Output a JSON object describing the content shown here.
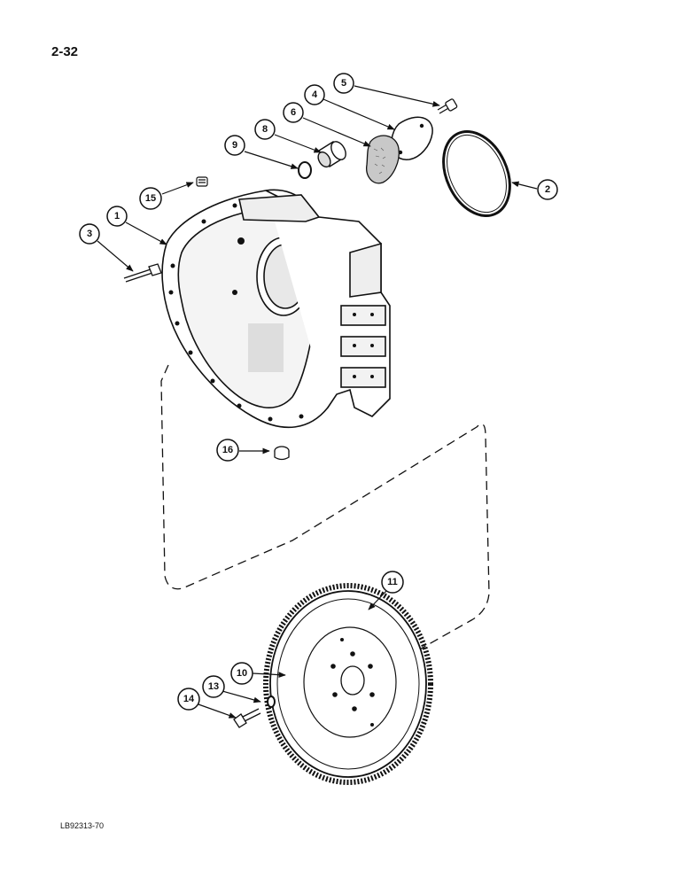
{
  "page_number": "2-32",
  "reference_code": "LB92313-70",
  "callouts": [
    {
      "id": "c1",
      "label": "1"
    },
    {
      "id": "c2",
      "label": "2"
    },
    {
      "id": "c3",
      "label": "3"
    },
    {
      "id": "c4",
      "label": "4"
    },
    {
      "id": "c5",
      "label": "5"
    },
    {
      "id": "c6",
      "label": "6"
    },
    {
      "id": "c8",
      "label": "8"
    },
    {
      "id": "c9",
      "label": "9"
    },
    {
      "id": "c10",
      "label": "10"
    },
    {
      "id": "c11",
      "label": "11"
    },
    {
      "id": "c13",
      "label": "13"
    },
    {
      "id": "c14",
      "label": "14"
    },
    {
      "id": "c15",
      "label": "15"
    },
    {
      "id": "c16",
      "label": "16"
    }
  ]
}
